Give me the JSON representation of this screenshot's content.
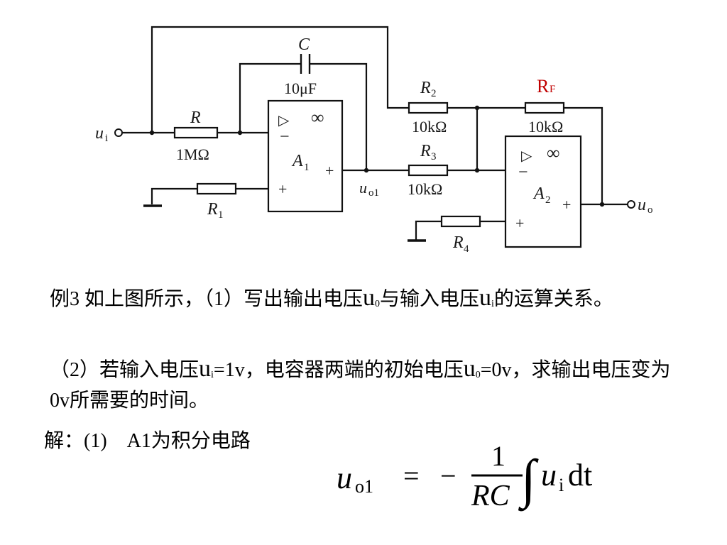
{
  "circuit": {
    "ui_label": "u",
    "ui_sub": "i",
    "R_label": "R",
    "R_value": "1MΩ",
    "R1_label": "R",
    "R1_sub": "1",
    "C_label": "C",
    "C_value": "10μF",
    "A1_label": "A",
    "A1_sub": "1",
    "amp_delta": "▷",
    "amp_inf": "∞",
    "minus": "−",
    "plus": "+",
    "uo1_label": "u",
    "uo1_sub": "o1",
    "R2_label": "R",
    "R2_sub": "2",
    "R2_value": "10kΩ",
    "R3_label": "R",
    "R3_sub": "3",
    "R3_value": "10kΩ",
    "RF_label": "R",
    "RF_sub": "F",
    "RF_value": "10kΩ",
    "A2_label": "A",
    "A2_sub": "2",
    "R4_label": "R",
    "R4_sub": "4",
    "uo_label": "u",
    "uo_sub": "o"
  },
  "question": {
    "part1_a": "例3 如上图所示，（1）写出输出电压",
    "part1_u": "u",
    "part1_sub": "0",
    "part1_b": "与输入电压",
    "part1_u2": "u",
    "part1_sub2": "i",
    "part1_c": "的运算关系。",
    "part2_a": "（2）若输入电压",
    "part2_u": "u",
    "part2_sub": "i",
    "part2_b": "=1v，电容器两端的初始电压",
    "part2_u2": "u",
    "part2_sub2": "0",
    "part2_c": "=0v，求输出电压变为0v所需要的时间。"
  },
  "solution": {
    "line": "解：(1)　A1为积分电路"
  },
  "formula": {
    "lhs": "u",
    "lhs_sub": "o1",
    "eq": "=",
    "minus": "−",
    "num": "1",
    "den": "RC",
    "integral": "∫",
    "var": "u",
    "var_sub": "i",
    "dt": "dt"
  }
}
